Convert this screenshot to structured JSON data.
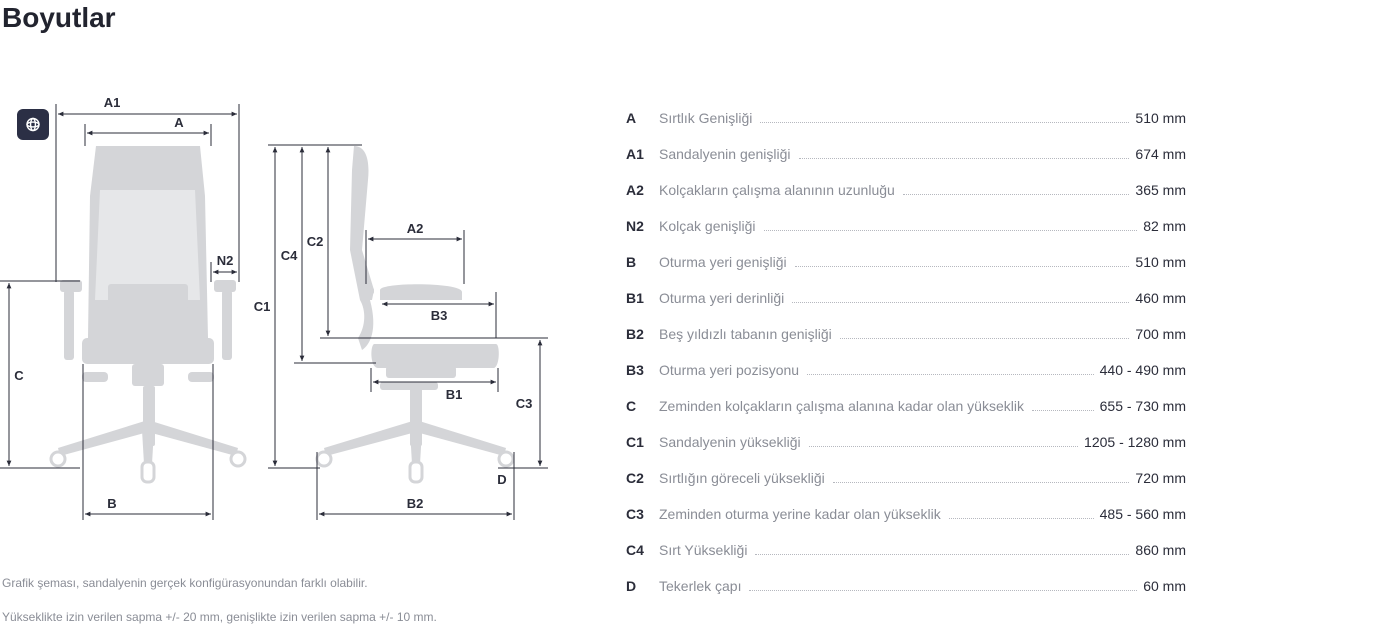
{
  "page": {
    "title": "Boyutlar"
  },
  "diagram": {
    "labels": {
      "a1": "A1",
      "a": "A",
      "n2": "N2",
      "c": "C",
      "b": "B",
      "c1": "C1",
      "c4": "C4",
      "c2": "C2",
      "a2": "A2",
      "b3": "B3",
      "b1": "B1",
      "c3": "C3",
      "d": "D",
      "b2": "B2"
    },
    "colors": {
      "chair": "#d4d5d8",
      "line": "#2b2d3a",
      "badge": "#2b2f45"
    },
    "badge_icon": "3d-view-icon"
  },
  "notes": {
    "graphic": "Grafik şeması, sandalyenin gerçek konfigürasyonundan farklı olabilir.",
    "tolerance": "Yükseklikte izin verilen sapma +/- 20 mm, genişlikte izin verilen sapma +/- 10 mm."
  },
  "specs": [
    {
      "code": "A",
      "label": "Sırtlık Genişliği",
      "value": "510 mm"
    },
    {
      "code": "A1",
      "label": "Sandalyenin genişliği",
      "value": "674 mm"
    },
    {
      "code": "A2",
      "label": "Kolçakların çalışma alanının uzunluğu",
      "value": "365 mm"
    },
    {
      "code": "N2",
      "label": "Kolçak genişliği",
      "value": "82 mm"
    },
    {
      "code": "B",
      "label": "Oturma yeri genişliği",
      "value": "510 mm"
    },
    {
      "code": "B1",
      "label": "Oturma yeri derinliği",
      "value": "460 mm"
    },
    {
      "code": "B2",
      "label": "Beş yıldızlı tabanın genişliği",
      "value": "700 mm"
    },
    {
      "code": "B3",
      "label": "Oturma yeri pozisyonu",
      "value": "440 - 490 mm"
    },
    {
      "code": "C",
      "label": "Zeminden kolçakların çalışma alanına kadar olan yükseklik",
      "value": "655 - 730 mm"
    },
    {
      "code": "C1",
      "label": "Sandalyenin yüksekliği",
      "value": "1205 - 1280 mm"
    },
    {
      "code": "C2",
      "label": "Sırtlığın göreceli yüksekliği",
      "value": "720 mm"
    },
    {
      "code": "C3",
      "label": "Zeminden oturma yerine kadar olan yükseklik",
      "value": "485 - 560 mm"
    },
    {
      "code": "C4",
      "label": "Sırt Yüksekliği",
      "value": "860 mm"
    },
    {
      "code": "D",
      "label": "Tekerlek çapı",
      "value": "60 mm"
    }
  ]
}
